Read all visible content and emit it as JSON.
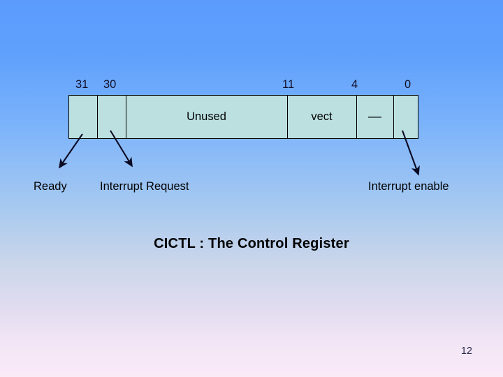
{
  "slide": {
    "title": "CICTL : The Control Register",
    "page_number": "12",
    "background": {
      "top_color": "#5C9BFC",
      "bottom_color": "#FBEAF8"
    }
  },
  "register": {
    "name": "CICTL",
    "fill_color": "#BCE0E0",
    "border_color": "#000000",
    "total_bits": 32,
    "bit_ticks": [
      {
        "label": "31",
        "bit": 31
      },
      {
        "label": "30",
        "bit": 30
      },
      {
        "label": "11",
        "bit": 11
      },
      {
        "label": "4",
        "bit": 4
      },
      {
        "label": "0",
        "bit": 0
      }
    ],
    "fields": [
      {
        "name": "ready",
        "label": "",
        "bit_high": 31,
        "bit_low": 31
      },
      {
        "name": "interrupt-request",
        "label": "",
        "bit_high": 30,
        "bit_low": 30
      },
      {
        "name": "unused",
        "label": "Unused",
        "bit_high": 29,
        "bit_low": 12
      },
      {
        "name": "vect",
        "label": "vect",
        "bit_high": 11,
        "bit_low": 5
      },
      {
        "name": "reserved-dash",
        "label": "—",
        "bit_high": 4,
        "bit_low": 1
      },
      {
        "name": "interrupt-enable",
        "label": "",
        "bit_high": 0,
        "bit_low": 0
      }
    ]
  },
  "callouts": [
    {
      "name": "ready",
      "label": "Ready"
    },
    {
      "name": "interrupt-request",
      "label": "Interrupt Request"
    },
    {
      "name": "interrupt-enable",
      "label": "Interrupt enable"
    }
  ]
}
